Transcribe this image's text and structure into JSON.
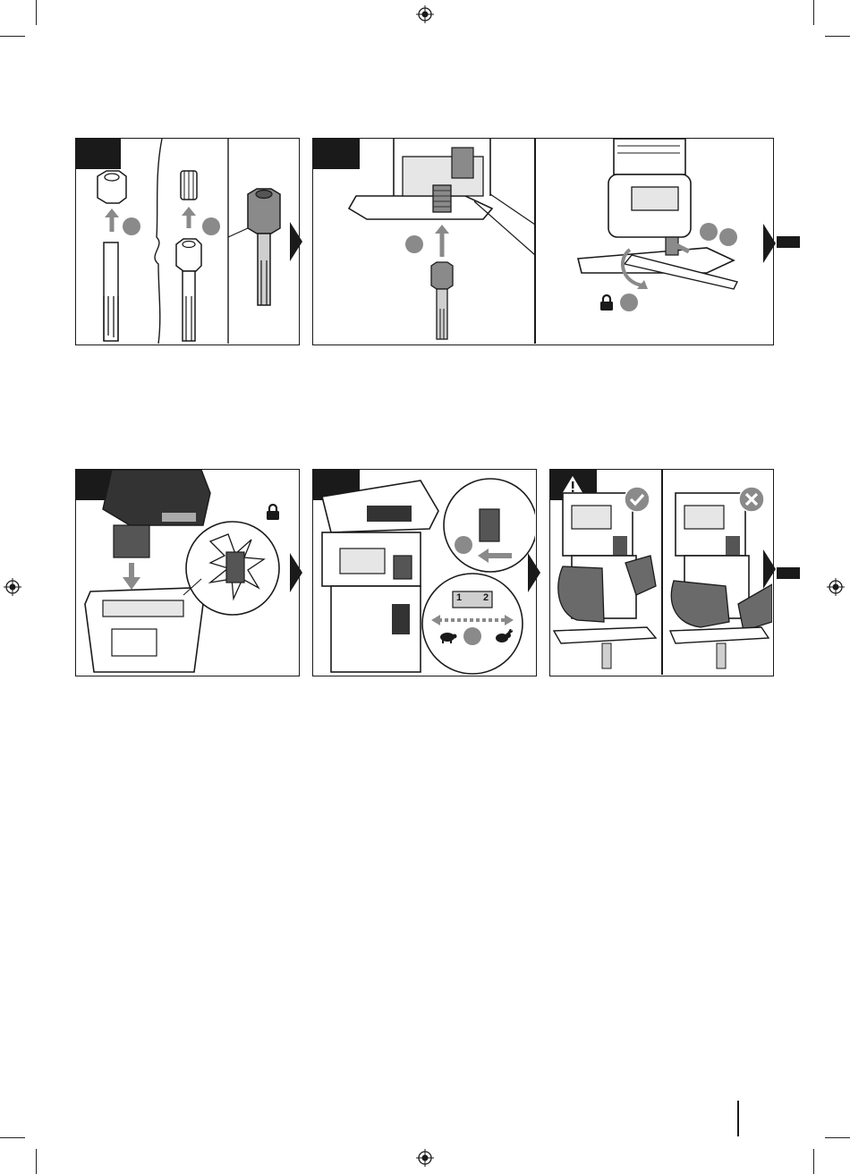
{
  "page": {
    "background": "#ffffff",
    "ink": "#1a1a1a",
    "step_marker_color": "#8a8a8a"
  },
  "figures": [
    {
      "id": "fig-bit-assembly",
      "panels": 3,
      "step_markers": 2,
      "continues": true
    },
    {
      "id": "fig-mount-bit",
      "panels": 2,
      "step_markers": 3,
      "continues": true
    },
    {
      "id": "fig-battery-insert",
      "panels": 1,
      "step_markers": 0,
      "continues": true
    },
    {
      "id": "fig-speed-dial",
      "panels": 1,
      "step_markers": 2,
      "continues": true
    },
    {
      "id": "fig-grip",
      "panels": 2,
      "step_markers": 0,
      "continues": true
    }
  ],
  "speed_dial": {
    "settings": [
      "1",
      "2"
    ]
  },
  "icons": {
    "lock": "lock-icon",
    "warning": "warning-icon",
    "correct": "check-circle-icon",
    "incorrect": "x-circle-icon",
    "slow": "turtle-icon",
    "fast": "rabbit-icon",
    "registration": "registration-mark-icon"
  }
}
